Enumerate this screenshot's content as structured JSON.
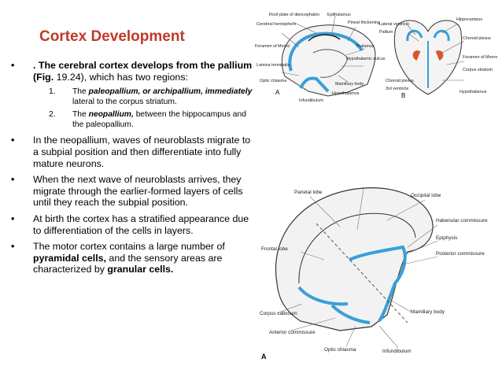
{
  "title": "Cortex Development",
  "bullets": [
    {
      "marker": "•",
      "parts": [
        {
          "text": ". The cerebral cortex develops from the pallium (Fig. ",
          "style": "b"
        },
        {
          "text": "19.24), which has two regions:",
          "style": ""
        }
      ],
      "subitems": [
        {
          "num": "1.",
          "parts": [
            {
              "text": "The ",
              "style": ""
            },
            {
              "text": "paleopallium, or archipallium, immediately",
              "style": "bi"
            },
            {
              "text": " lateral to the corpus striatum.",
              "style": ""
            }
          ]
        },
        {
          "num": "2.",
          "parts": [
            {
              "text": "The ",
              "style": ""
            },
            {
              "text": "neopallium,",
              "style": "bi"
            },
            {
              "text": " between the hippocampus and the paleopallium.",
              "style": ""
            }
          ]
        }
      ]
    },
    {
      "marker": "•",
      "parts": [
        {
          "text": " In the neopallium, waves of neuroblasts migrate to a subpial position and then differentiate into fully mature neurons.",
          "style": ""
        }
      ],
      "subitems": []
    },
    {
      "marker": "•",
      "parts": [
        {
          "text": " When the next wave of neuroblasts arrives, they migrate through the earlier-formed layers of cells until they reach the subpial position.",
          "style": ""
        }
      ],
      "subitems": []
    },
    {
      "marker": "•",
      "parts": [
        {
          "text": " At birth the cortex has a stratified appearance due to differentiation of the cells in layers.",
          "style": ""
        }
      ],
      "subitems": []
    },
    {
      "marker": "•",
      "parts": [
        {
          "text": " The motor cortex contains a large number of ",
          "style": ""
        },
        {
          "text": "pyramidal cells,",
          "style": "b"
        },
        {
          "text": " and the sensory areas are characterized by ",
          "style": ""
        },
        {
          "text": "granular cells.",
          "style": "b"
        }
      ],
      "subitems": []
    }
  ],
  "figure_top": {
    "panel_a": "A",
    "panel_b": "B",
    "labels": {
      "roof_plate": "Roof plate of diencephalon",
      "cerebral_hemisphere": "Cerebral hemisphere",
      "epithalamus": "Epithalamus",
      "pineal": "Pineal thickening",
      "thalamus": "Thalamus",
      "foramen_monro": "Foramen of Monro",
      "lamina_terminalis": "Lamina terminalis",
      "optic_chiasma": "Optic chiasma",
      "infundibulum": "Infundibulum",
      "hypothalamic_sulcus": "Hypothalamic sulcus",
      "mamillary": "Mamillary body",
      "hypothalamus": "Hypothalamus",
      "lateral_ventricle": "Lateral ventricle",
      "pallium": "Pallium",
      "choroid_plexus": "Choroid plexus",
      "third_ventricle": "3rd ventricle",
      "hippocampus": "Hippocampus",
      "choroid_plexus_b": "Choroid plexus",
      "foramen_monro_b": "Foramen of Monro",
      "corpus_striatum": "Corpus striatum",
      "hypothalamus_b": "Hypothalamus"
    }
  },
  "figure_bottom": {
    "panel": "A",
    "labels": {
      "parietal": "Parietal lobe",
      "occipital": "Occipital lobe",
      "habenular": "Habenular commissure",
      "epiphysis": "Epiphysis",
      "posterior": "Posterior commissure",
      "frontal": "Frontal lobe",
      "mamillary": "Mamillary body",
      "corpus_callosum": "Corpus callosum",
      "anterior": "Anterior commissure",
      "optic_chiasma": "Optic chiasma",
      "infundibulum": "Infundibulum"
    }
  },
  "colors": {
    "title": "#c0392b",
    "ventricle": "#3a9fd6",
    "choroid": "#d9572b"
  }
}
